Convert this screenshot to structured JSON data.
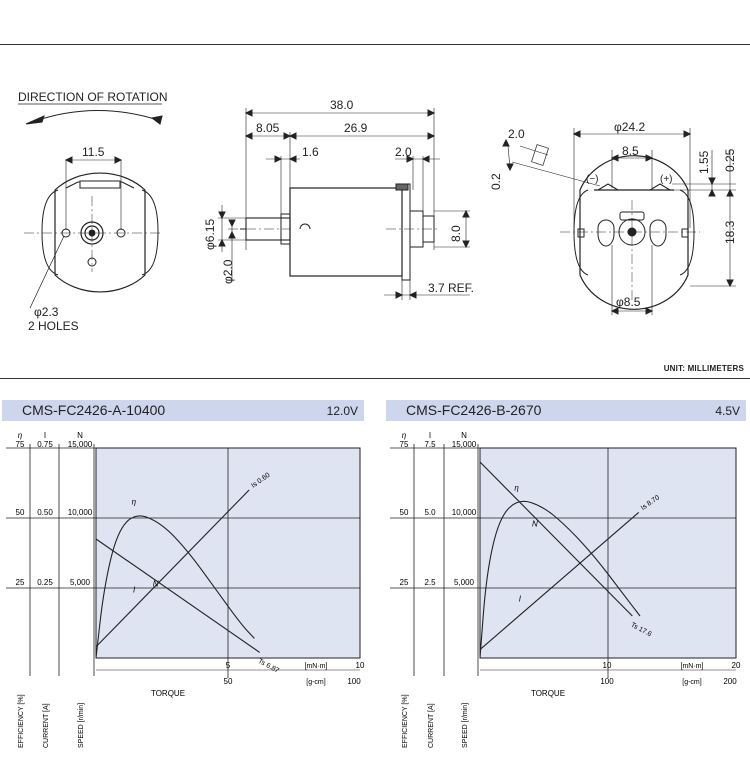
{
  "drawing": {
    "direction_label": "DIRECTION OF ROTATION",
    "holes_dia": "φ2.3",
    "holes_count": "2 HOLES",
    "dim_hole_spacing": "11.5",
    "dim_overall_length": "38.0",
    "dim_8_05": "8.05",
    "dim_26_9": "26.9",
    "dim_1_6": "1.6",
    "dim_2_0_top": "2.0",
    "dim_shaft_dia": "φ6.15",
    "dim_shaft_small_dia": "φ2.0",
    "dim_8_0": "8.0",
    "dim_3_7": "3.7 REF.",
    "dim_terminal_2_0": "2.0",
    "dim_0_2": "0.2",
    "dim_body_dia": "φ24.2",
    "dim_8_5_top": "8.5",
    "dim_1_55": "1.55",
    "dim_0_25": "0.25",
    "dim_18_3": "18.3",
    "dim_8_5_bottom": "φ8.5",
    "terminal_minus": "(−)",
    "terminal_plus": "(+)",
    "unit_label": "UNIT: MILLIMETERS"
  },
  "chart_data": [
    {
      "type": "line",
      "title": "CMS-FC2426-A-10400",
      "voltage": "12.0V",
      "xlabel": "TORQUE",
      "x_units_primary": "[mN·m]",
      "x_units_secondary": "[g-cm]",
      "x_range_mNm": [
        0,
        10
      ],
      "x_ticks_primary": [
        "5",
        "10"
      ],
      "x_ticks_secondary": [
        "50",
        "100"
      ],
      "y_axes": [
        {
          "symbol": "η",
          "label": "EFFICIENCY [%]",
          "top": "75",
          "ticks": [
            "50",
            "25"
          ],
          "range": [
            0,
            75
          ]
        },
        {
          "symbol": "I",
          "label": "CURRENT [A]",
          "top": "0.75",
          "ticks": [
            "0.50",
            "0.25"
          ],
          "range": [
            0,
            0.75
          ]
        },
        {
          "symbol": "N",
          "label": "SPEED [r/min]",
          "top": "15,000",
          "ticks": [
            "10,000",
            "5,000"
          ],
          "range": [
            0,
            15000
          ]
        }
      ],
      "series": [
        {
          "name": "η",
          "x": [
            0,
            0.3,
            0.8,
            1.5,
            2.5,
            3.5,
            4.5,
            5.5,
            6.0
          ],
          "y": [
            0,
            25,
            45,
            52,
            48,
            38,
            25,
            12,
            7
          ]
        },
        {
          "name": "N",
          "x": [
            0,
            6.2
          ],
          "y": [
            8500,
            400
          ]
        },
        {
          "name": "I",
          "x": [
            0,
            5.8
          ],
          "y": [
            0.04,
            0.6
          ]
        }
      ],
      "annotations": [
        "Is 0.60",
        "Ts 6.87"
      ]
    },
    {
      "type": "line",
      "title": "CMS-FC2426-B-2670",
      "voltage": "4.5V",
      "xlabel": "TORQUE",
      "x_units_primary": "[mN·m]",
      "x_units_secondary": "[g-cm]",
      "x_range_mNm": [
        0,
        20
      ],
      "x_ticks_primary": [
        "10",
        "20"
      ],
      "x_ticks_secondary": [
        "100",
        "200"
      ],
      "y_axes": [
        {
          "symbol": "η",
          "label": "EFFICIENCY [%]",
          "top": "75",
          "ticks": [
            "50",
            "25"
          ],
          "range": [
            0,
            75
          ]
        },
        {
          "symbol": "I",
          "label": "CURRENT [A]",
          "top": "7.5",
          "ticks": [
            "5.0",
            "2.5"
          ],
          "range": [
            0,
            7.5
          ]
        },
        {
          "symbol": "N",
          "label": "SPEED [r/min]",
          "top": "15,000",
          "ticks": [
            "10,000",
            "5,000"
          ],
          "range": [
            0,
            15000
          ]
        }
      ],
      "series": [
        {
          "name": "η",
          "x": [
            0,
            0.5,
            1.5,
            3,
            5,
            7,
            9,
            11,
            12.5
          ],
          "y": [
            0,
            30,
            50,
            57,
            54,
            46,
            36,
            24,
            15
          ]
        },
        {
          "name": "N",
          "x": [
            0,
            11.9
          ],
          "y": [
            14000,
            3000
          ]
        },
        {
          "name": "I",
          "x": [
            0,
            12.4
          ],
          "y": [
            0.3,
            5.2
          ]
        }
      ],
      "annotations": [
        "Is 8.70",
        "Ts 17.6"
      ]
    }
  ]
}
